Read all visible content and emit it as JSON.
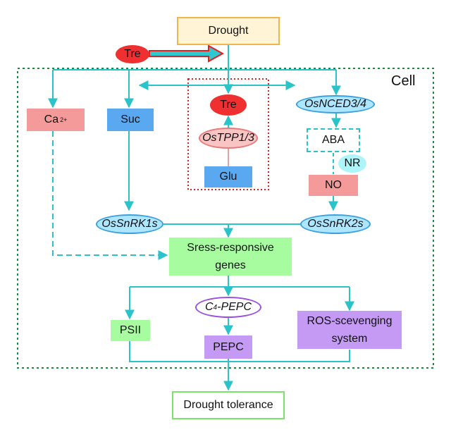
{
  "diagram": {
    "cell_label": "Cell",
    "nodes": {
      "drought": "Drought",
      "tre_outside": "Tre",
      "ca_main": "Ca",
      "ca_sup": "2+",
      "suc": "Suc",
      "tre_inside": "Tre",
      "ostpp": "OsTPP1/3",
      "glu": "Glu",
      "osnced": "OsNCED3/4",
      "aba": "ABA",
      "nr": "NR",
      "no": "NO",
      "ossnrk1": "OsSnRK1s",
      "ossnrk2": "OsSnRK2s",
      "stress_genes_line1": "Sress-responsive",
      "stress_genes_line2": "genes",
      "c4pepc_sub": "4",
      "c4pepc_pre": "C",
      "c4pepc_post": "-PEPC",
      "psii": "PSII",
      "pepc": "PEPC",
      "ros_line1": "ROS-scevenging",
      "ros_line2": "system",
      "drought_tolerance": "Drought tolerance"
    },
    "colors": {
      "arrow": "#29c3c9",
      "cell_border": "#1a8a3c",
      "tpp_box_border": "#e02020",
      "drought_fill": "#fff5d6",
      "drought_border": "#f2b54a",
      "red_fill": "#f03030",
      "pink_fill": "#f59a9a",
      "blue_fill": "#5aa8f0",
      "light_blue_fill": "#aee6ff",
      "green_fill": "#a8fca0",
      "purple_fill": "#c59af5",
      "tolerance_border": "#7be26a"
    }
  }
}
